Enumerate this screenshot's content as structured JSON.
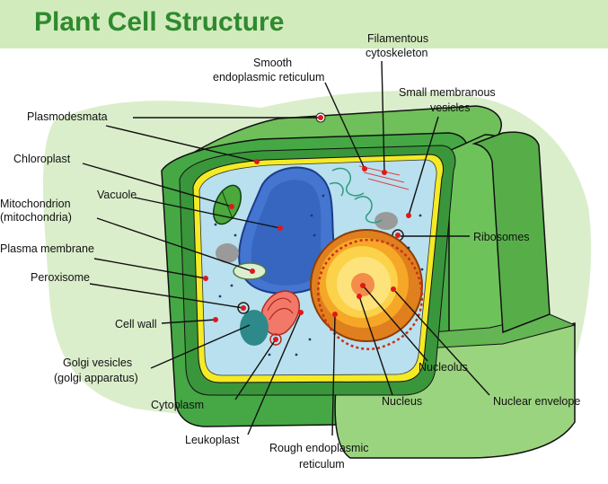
{
  "title": "Plant Cell Structure",
  "labels": {
    "plasmodesmata": "Plasmodesmata",
    "chloroplast": "Chloroplast",
    "vacuole": "Vacuole",
    "mitochondrion_1": "Mitochondrion",
    "mitochondrion_2": "(mitochondria)",
    "plasma_membrane": "Plasma membrane",
    "peroxisome": "Peroxisome",
    "cell_wall": "Cell wall",
    "golgi_1": "Golgi vesicles",
    "golgi_2": "(golgi apparatus)",
    "cytoplasm": "Cytoplasm",
    "leukoplast": "Leukoplast",
    "rough_er_1": "Rough endoplasmic",
    "rough_er_2": "reticulum",
    "smooth_er_1": "Smooth",
    "smooth_er_2": "endoplasmic reticulum",
    "filamentous_1": "Filamentous",
    "filamentous_2": "cytoskeleton",
    "vesicles_1": "Small membranous",
    "vesicles_2": "vesicles",
    "ribosomes": "Ribosomes",
    "nucleolus": "Nucleolus",
    "nucleus": "Nucleus",
    "nuclear_envelope": "Nuclear envelope"
  },
  "colors": {
    "title": "#2f8a2f",
    "title_band": "#d2ebbd",
    "cell_wall_dark": "#3e9e3e",
    "cell_wall_light": "#7cc46a",
    "pale_background": "#d9efc7",
    "cytoplasm": "#b9e0ee",
    "vacuole": "#3566c2",
    "membrane": "#f1e61e",
    "nucleus": "#f59d1e",
    "marker": "#e01818"
  }
}
